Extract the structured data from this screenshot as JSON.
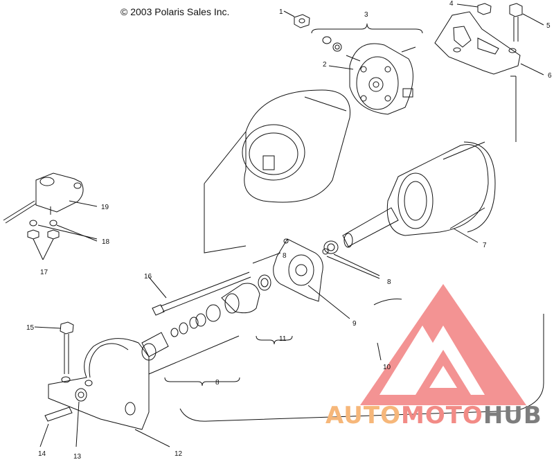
{
  "copyright": "© 2003 Polaris Sales Inc.",
  "callouts": [
    "1",
    "2",
    "3",
    "4",
    "5",
    "6",
    "7",
    "8",
    "9",
    "10",
    "11",
    "12",
    "13",
    "14",
    "15",
    "16",
    "17",
    "18",
    "8",
    "19",
    "8"
  ],
  "watermark": {
    "part1": "AUTO",
    "part2": "MOTO",
    "part3": "HUB"
  },
  "colors": {
    "line": "#111111",
    "watermark_red": "#f07070",
    "watermark_orange": "#f6b77a",
    "watermark_gray": "#7d7d7d"
  }
}
